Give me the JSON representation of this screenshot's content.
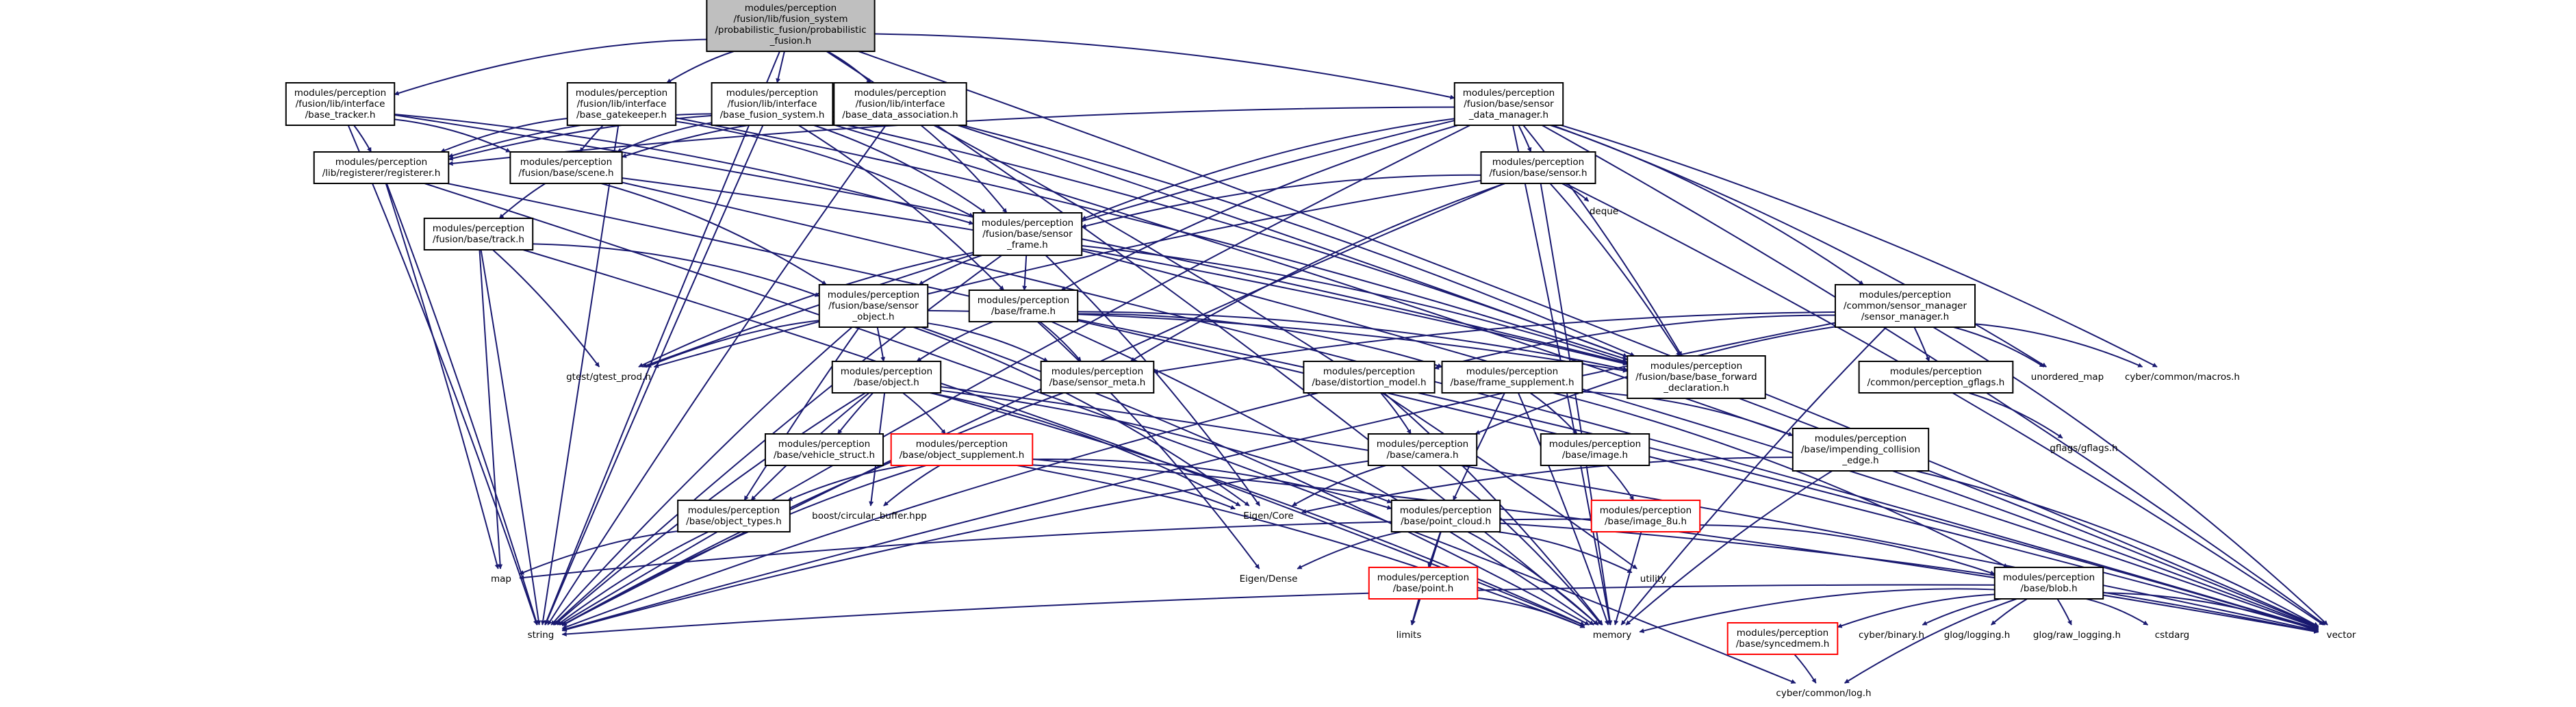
{
  "colors": {
    "edge": "#191970",
    "border": "#000000",
    "missing": "#ff0000",
    "root_fill": "#bfbfbf"
  },
  "graph": {
    "nodes": [
      {
        "id": "root",
        "lines": [
          "modules/perception",
          "/fusion/lib/fusion_system",
          "/probabilistic_fusion/probabilistic",
          "_fusion.h"
        ],
        "style": "root"
      },
      {
        "id": "tracker",
        "lines": [
          "modules/perception",
          "/fusion/lib/interface",
          "/base_tracker.h"
        ],
        "style": "box"
      },
      {
        "id": "gatekeeper",
        "lines": [
          "modules/perception",
          "/fusion/lib/interface",
          "/base_gatekeeper.h"
        ],
        "style": "box"
      },
      {
        "id": "fusion_system",
        "lines": [
          "modules/perception",
          "/fusion/lib/interface",
          "/base_fusion_system.h"
        ],
        "style": "box"
      },
      {
        "id": "data_assoc",
        "lines": [
          "modules/perception",
          "/fusion/lib/interface",
          "/base_data_association.h"
        ],
        "style": "box"
      },
      {
        "id": "sensor_data_mgr",
        "lines": [
          "modules/perception",
          "/fusion/base/sensor",
          "_data_manager.h"
        ],
        "style": "box"
      },
      {
        "id": "registerer",
        "lines": [
          "modules/perception",
          "/lib/registerer/registerer.h"
        ],
        "style": "box"
      },
      {
        "id": "scene",
        "lines": [
          "modules/perception",
          "/fusion/base/scene.h"
        ],
        "style": "box"
      },
      {
        "id": "fb_sensor",
        "lines": [
          "modules/perception",
          "/fusion/base/sensor.h"
        ],
        "style": "box"
      },
      {
        "id": "track",
        "lines": [
          "modules/perception",
          "/fusion/base/track.h"
        ],
        "style": "box"
      },
      {
        "id": "sensor_frame",
        "lines": [
          "modules/perception",
          "/fusion/base/sensor",
          "_frame.h"
        ],
        "style": "box"
      },
      {
        "id": "deque",
        "lines": [
          "deque"
        ],
        "style": "plain"
      },
      {
        "id": "sensor_object",
        "lines": [
          "modules/perception",
          "/fusion/base/sensor",
          "_object.h"
        ],
        "style": "box"
      },
      {
        "id": "frame",
        "lines": [
          "modules/perception",
          "/base/frame.h"
        ],
        "style": "box"
      },
      {
        "id": "sensor_manager",
        "lines": [
          "modules/perception",
          "/common/sensor_manager",
          "/sensor_manager.h"
        ],
        "style": "box"
      },
      {
        "id": "gtest_prod",
        "lines": [
          "gtest/gtest_prod.h"
        ],
        "style": "plain"
      },
      {
        "id": "object",
        "lines": [
          "modules/perception",
          "/base/object.h"
        ],
        "style": "box"
      },
      {
        "id": "sensor_meta",
        "lines": [
          "modules/perception",
          "/base/sensor_meta.h"
        ],
        "style": "box"
      },
      {
        "id": "distortion",
        "lines": [
          "modules/perception",
          "/base/distortion_model.h"
        ],
        "style": "box"
      },
      {
        "id": "frame_supp",
        "lines": [
          "modules/perception",
          "/base/frame_supplement.h"
        ],
        "style": "box"
      },
      {
        "id": "base_forward",
        "lines": [
          "modules/perception",
          "/fusion/base/base_forward",
          "_declaration.h"
        ],
        "style": "box"
      },
      {
        "id": "gflags_common",
        "lines": [
          "modules/perception",
          "/common/perception_gflags.h"
        ],
        "style": "box"
      },
      {
        "id": "unordered_map",
        "lines": [
          "unordered_map"
        ],
        "style": "plain"
      },
      {
        "id": "macros",
        "lines": [
          "cyber/common/macros.h"
        ],
        "style": "plain"
      },
      {
        "id": "vehicle_struct",
        "lines": [
          "modules/perception",
          "/base/vehicle_struct.h"
        ],
        "style": "box"
      },
      {
        "id": "obj_supp",
        "lines": [
          "modules/perception",
          "/base/object_supplement.h"
        ],
        "style": "red"
      },
      {
        "id": "camera",
        "lines": [
          "modules/perception",
          "/base/camera.h"
        ],
        "style": "box"
      },
      {
        "id": "image",
        "lines": [
          "modules/perception",
          "/base/image.h"
        ],
        "style": "box"
      },
      {
        "id": "collision",
        "lines": [
          "modules/perception",
          "/base/impending_collision",
          "_edge.h"
        ],
        "style": "box"
      },
      {
        "id": "gflags",
        "lines": [
          "gflags/gflags.h"
        ],
        "style": "plain"
      },
      {
        "id": "object_types",
        "lines": [
          "modules/perception",
          "/base/object_types.h"
        ],
        "style": "box"
      },
      {
        "id": "circular",
        "lines": [
          "boost/circular_buffer.hpp"
        ],
        "style": "plain"
      },
      {
        "id": "eigen_core",
        "lines": [
          "Eigen/Core"
        ],
        "style": "plain"
      },
      {
        "id": "point_cloud",
        "lines": [
          "modules/perception",
          "/base/point_cloud.h"
        ],
        "style": "box"
      },
      {
        "id": "image_8u",
        "lines": [
          "modules/perception",
          "/base/image_8u.h"
        ],
        "style": "red"
      },
      {
        "id": "map",
        "lines": [
          "map"
        ],
        "style": "plain"
      },
      {
        "id": "eigen_dense",
        "lines": [
          "Eigen/Dense"
        ],
        "style": "plain"
      },
      {
        "id": "point",
        "lines": [
          "modules/perception",
          "/base/point.h"
        ],
        "style": "red"
      },
      {
        "id": "utility",
        "lines": [
          "utility"
        ],
        "style": "plain"
      },
      {
        "id": "blob",
        "lines": [
          "modules/perception",
          "/base/blob.h"
        ],
        "style": "box"
      },
      {
        "id": "string",
        "lines": [
          "string"
        ],
        "style": "plain"
      },
      {
        "id": "limits",
        "lines": [
          "limits"
        ],
        "style": "plain"
      },
      {
        "id": "memory",
        "lines": [
          "memory"
        ],
        "style": "plain"
      },
      {
        "id": "syncedmem",
        "lines": [
          "modules/perception",
          "/base/syncedmem.h"
        ],
        "style": "red"
      },
      {
        "id": "cyber_binary",
        "lines": [
          "cyber/binary.h"
        ],
        "style": "plain"
      },
      {
        "id": "glog",
        "lines": [
          "glog/logging.h"
        ],
        "style": "plain"
      },
      {
        "id": "glog_raw",
        "lines": [
          "glog/raw_logging.h"
        ],
        "style": "plain"
      },
      {
        "id": "cstdarg",
        "lines": [
          "cstdarg"
        ],
        "style": "plain"
      },
      {
        "id": "vector",
        "lines": [
          "vector"
        ],
        "style": "plain"
      },
      {
        "id": "log",
        "lines": [
          "cyber/common/log.h"
        ],
        "style": "plain"
      }
    ],
    "edges": [
      [
        "root",
        "tracker"
      ],
      [
        "root",
        "gatekeeper"
      ],
      [
        "root",
        "fusion_system"
      ],
      [
        "root",
        "data_assoc"
      ],
      [
        "root",
        "sensor_data_mgr"
      ],
      [
        "root",
        "string"
      ],
      [
        "root",
        "memory"
      ],
      [
        "root",
        "vector"
      ],
      [
        "tracker",
        "registerer"
      ],
      [
        "tracker",
        "scene"
      ],
      [
        "tracker",
        "sensor_frame"
      ],
      [
        "tracker",
        "base_forward"
      ],
      [
        "tracker",
        "string"
      ],
      [
        "gatekeeper",
        "registerer"
      ],
      [
        "gatekeeper",
        "scene"
      ],
      [
        "gatekeeper",
        "sensor_frame"
      ],
      [
        "gatekeeper",
        "string"
      ],
      [
        "gatekeeper",
        "base_forward"
      ],
      [
        "fusion_system",
        "registerer"
      ],
      [
        "fusion_system",
        "scene"
      ],
      [
        "fusion_system",
        "sensor_frame"
      ],
      [
        "fusion_system",
        "frame"
      ],
      [
        "fusion_system",
        "base_forward"
      ],
      [
        "fusion_system",
        "string"
      ],
      [
        "fusion_system",
        "vector"
      ],
      [
        "data_assoc",
        "registerer"
      ],
      [
        "data_assoc",
        "scene"
      ],
      [
        "data_assoc",
        "sensor_frame"
      ],
      [
        "data_assoc",
        "base_forward"
      ],
      [
        "data_assoc",
        "utility"
      ],
      [
        "data_assoc",
        "vector"
      ],
      [
        "data_assoc",
        "string"
      ],
      [
        "sensor_data_mgr",
        "registerer"
      ],
      [
        "sensor_data_mgr",
        "fb_sensor"
      ],
      [
        "sensor_data_mgr",
        "sensor_frame"
      ],
      [
        "sensor_data_mgr",
        "frame"
      ],
      [
        "sensor_data_mgr",
        "sensor_manager"
      ],
      [
        "sensor_data_mgr",
        "gtest_prod"
      ],
      [
        "sensor_data_mgr",
        "base_forward"
      ],
      [
        "sensor_data_mgr",
        "unordered_map"
      ],
      [
        "sensor_data_mgr",
        "macros"
      ],
      [
        "sensor_data_mgr",
        "memory"
      ],
      [
        "sensor_data_mgr",
        "vector"
      ],
      [
        "sensor_data_mgr",
        "string"
      ],
      [
        "registerer",
        "map"
      ],
      [
        "registerer",
        "string"
      ],
      [
        "registerer",
        "vector"
      ],
      [
        "registerer",
        "log"
      ],
      [
        "scene",
        "track"
      ],
      [
        "scene",
        "sensor_object"
      ],
      [
        "scene",
        "base_forward"
      ],
      [
        "scene",
        "vector"
      ],
      [
        "fb_sensor",
        "sensor_frame"
      ],
      [
        "fb_sensor",
        "deque"
      ],
      [
        "fb_sensor",
        "base_forward"
      ],
      [
        "fb_sensor",
        "sensor_meta"
      ],
      [
        "fb_sensor",
        "memory"
      ],
      [
        "fb_sensor",
        "string"
      ],
      [
        "fb_sensor",
        "vector"
      ],
      [
        "fb_sensor",
        "gtest_prod"
      ],
      [
        "track",
        "sensor_object"
      ],
      [
        "track",
        "gtest_prod"
      ],
      [
        "track",
        "map"
      ],
      [
        "track",
        "memory"
      ],
      [
        "track",
        "string"
      ],
      [
        "sensor_frame",
        "sensor_object"
      ],
      [
        "sensor_frame",
        "frame"
      ],
      [
        "sensor_frame",
        "base_forward"
      ],
      [
        "sensor_frame",
        "eigen_core"
      ],
      [
        "sensor_frame",
        "string"
      ],
      [
        "sensor_frame",
        "vector"
      ],
      [
        "sensor_frame",
        "gtest_prod"
      ],
      [
        "sensor_object",
        "object"
      ],
      [
        "sensor_object",
        "sensor_meta"
      ],
      [
        "sensor_object",
        "base_forward"
      ],
      [
        "sensor_object",
        "object_types"
      ],
      [
        "sensor_object",
        "eigen_core"
      ],
      [
        "sensor_object",
        "memory"
      ],
      [
        "sensor_object",
        "string"
      ],
      [
        "sensor_object",
        "gtest_prod"
      ],
      [
        "frame",
        "object"
      ],
      [
        "frame",
        "sensor_meta"
      ],
      [
        "frame",
        "frame_supp"
      ],
      [
        "frame",
        "eigen_dense"
      ],
      [
        "frame",
        "memory"
      ],
      [
        "frame",
        "vector"
      ],
      [
        "frame",
        "base_forward"
      ],
      [
        "sensor_manager",
        "distortion"
      ],
      [
        "sensor_manager",
        "camera"
      ],
      [
        "sensor_manager",
        "gflags_common"
      ],
      [
        "sensor_manager",
        "sensor_meta"
      ],
      [
        "sensor_manager",
        "unordered_map"
      ],
      [
        "sensor_manager",
        "macros"
      ],
      [
        "sensor_manager",
        "memory"
      ],
      [
        "sensor_manager",
        "string"
      ],
      [
        "sensor_manager",
        "vector"
      ],
      [
        "object",
        "vehicle_struct"
      ],
      [
        "object",
        "obj_supp"
      ],
      [
        "object",
        "object_types"
      ],
      [
        "object",
        "circular"
      ],
      [
        "object",
        "eigen_core"
      ],
      [
        "object",
        "point_cloud"
      ],
      [
        "object",
        "memory"
      ],
      [
        "object",
        "string"
      ],
      [
        "object",
        "vector"
      ],
      [
        "sensor_meta",
        "string"
      ],
      [
        "distortion",
        "camera"
      ],
      [
        "distortion",
        "memory"
      ],
      [
        "distortion",
        "string"
      ],
      [
        "frame_supp",
        "image"
      ],
      [
        "frame_supp",
        "collision"
      ],
      [
        "frame_supp",
        "point_cloud"
      ],
      [
        "frame_supp",
        "blob"
      ],
      [
        "frame_supp",
        "memory"
      ],
      [
        "gflags_common",
        "gflags"
      ],
      [
        "obj_supp",
        "object_types"
      ],
      [
        "obj_supp",
        "circular"
      ],
      [
        "obj_supp",
        "eigen_core"
      ],
      [
        "obj_supp",
        "point_cloud"
      ],
      [
        "obj_supp",
        "memory"
      ],
      [
        "obj_supp",
        "string"
      ],
      [
        "obj_supp",
        "vector"
      ],
      [
        "camera",
        "eigen_core"
      ],
      [
        "camera",
        "memory"
      ],
      [
        "camera",
        "string"
      ],
      [
        "image",
        "image_8u"
      ],
      [
        "collision",
        "eigen_core"
      ],
      [
        "collision",
        "memory"
      ],
      [
        "collision",
        "vector"
      ],
      [
        "object_types",
        "map"
      ],
      [
        "object_types",
        "string"
      ],
      [
        "point_cloud",
        "point"
      ],
      [
        "point_cloud",
        "eigen_dense"
      ],
      [
        "point_cloud",
        "utility"
      ],
      [
        "point_cloud",
        "memory"
      ],
      [
        "point_cloud",
        "limits"
      ],
      [
        "point_cloud",
        "vector"
      ],
      [
        "image_8u",
        "blob"
      ],
      [
        "image_8u",
        "map"
      ],
      [
        "image_8u",
        "memory"
      ],
      [
        "point",
        "limits"
      ],
      [
        "point",
        "memory"
      ],
      [
        "blob",
        "syncedmem"
      ],
      [
        "blob",
        "cyber_binary"
      ],
      [
        "blob",
        "glog"
      ],
      [
        "blob",
        "glog_raw"
      ],
      [
        "blob",
        "cstdarg"
      ],
      [
        "blob",
        "vector"
      ],
      [
        "blob",
        "log"
      ],
      [
        "blob",
        "memory"
      ],
      [
        "blob",
        "string"
      ],
      [
        "syncedmem",
        "log"
      ]
    ]
  }
}
